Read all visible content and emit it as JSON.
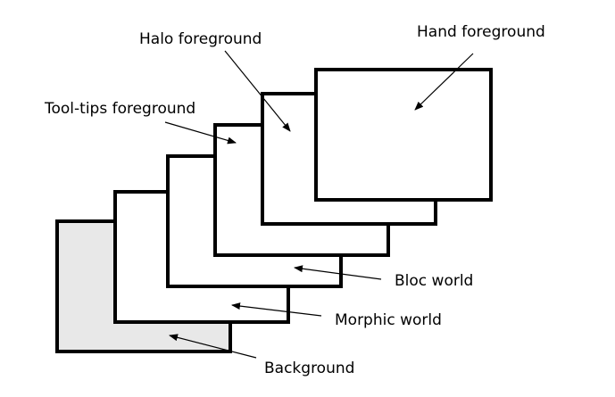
{
  "colors": {
    "background_fill": "#e8e8e8",
    "layer_fill": "#ffffff",
    "stroke": "#000000"
  },
  "layers": [
    {
      "id": "background",
      "label": "Background"
    },
    {
      "id": "morphic-world",
      "label": "Morphic world"
    },
    {
      "id": "bloc-world",
      "label": "Bloc world"
    },
    {
      "id": "tool-tips-foreground",
      "label": "Tool-tips foreground"
    },
    {
      "id": "halo-foreground",
      "label": "Halo foreground"
    },
    {
      "id": "hand-foreground",
      "label": "Hand foreground"
    }
  ]
}
